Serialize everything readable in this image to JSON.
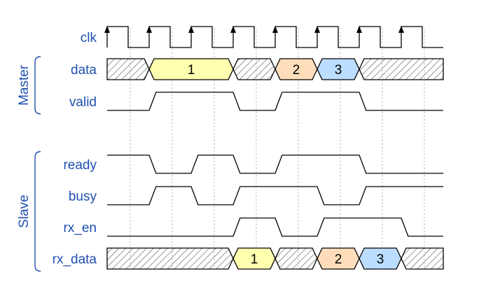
{
  "colors": {
    "label": "#1f4fb0",
    "line": "#000000",
    "grid": "#b0b0b0",
    "fill_yellow": "#ffffb0",
    "fill_orange": "#ffddbb",
    "fill_blue": "#bbddff",
    "hatch": "#555555"
  },
  "groups": [
    {
      "name": "Master",
      "signals": [
        1,
        2
      ]
    },
    {
      "name": "Slave",
      "signals": [
        3,
        4,
        5,
        6
      ]
    }
  ],
  "signals": [
    {
      "name": "clk",
      "type": "clock",
      "cycles": 8,
      "arrow_icon": "rising-edge-arrow-icon"
    },
    {
      "name": "data",
      "type": "bus",
      "segments": [
        {
          "start": 0,
          "end": 1,
          "kind": "x"
        },
        {
          "start": 1,
          "end": 3,
          "kind": "value",
          "label": "1",
          "color": "fill_yellow"
        },
        {
          "start": 3,
          "end": 4,
          "kind": "x"
        },
        {
          "start": 4,
          "end": 5,
          "kind": "value",
          "label": "2",
          "color": "fill_orange"
        },
        {
          "start": 5,
          "end": 6,
          "kind": "value",
          "label": "3",
          "color": "fill_blue"
        },
        {
          "start": 6,
          "end": 8,
          "kind": "x"
        }
      ]
    },
    {
      "name": "valid",
      "type": "bit",
      "initial": 0,
      "transitions": [
        1,
        3,
        4,
        6
      ]
    },
    {
      "name": "ready",
      "type": "bit",
      "initial": 1,
      "transitions": [
        1,
        2,
        3,
        4,
        6
      ]
    },
    {
      "name": "busy",
      "type": "bit",
      "initial": 0,
      "transitions": [
        1,
        2,
        3,
        5,
        6
      ]
    },
    {
      "name": "rx_en",
      "type": "bit",
      "initial": 0,
      "transitions": [
        3,
        4,
        5,
        7
      ]
    },
    {
      "name": "rx_data",
      "type": "bus",
      "segments": [
        {
          "start": 0,
          "end": 3,
          "kind": "x"
        },
        {
          "start": 3,
          "end": 4,
          "kind": "value",
          "label": "1",
          "color": "fill_yellow"
        },
        {
          "start": 4,
          "end": 5,
          "kind": "x"
        },
        {
          "start": 5,
          "end": 6,
          "kind": "value",
          "label": "2",
          "color": "fill_orange"
        },
        {
          "start": 6,
          "end": 7,
          "kind": "value",
          "label": "3",
          "color": "fill_blue"
        },
        {
          "start": 7,
          "end": 8,
          "kind": "x"
        }
      ]
    }
  ]
}
